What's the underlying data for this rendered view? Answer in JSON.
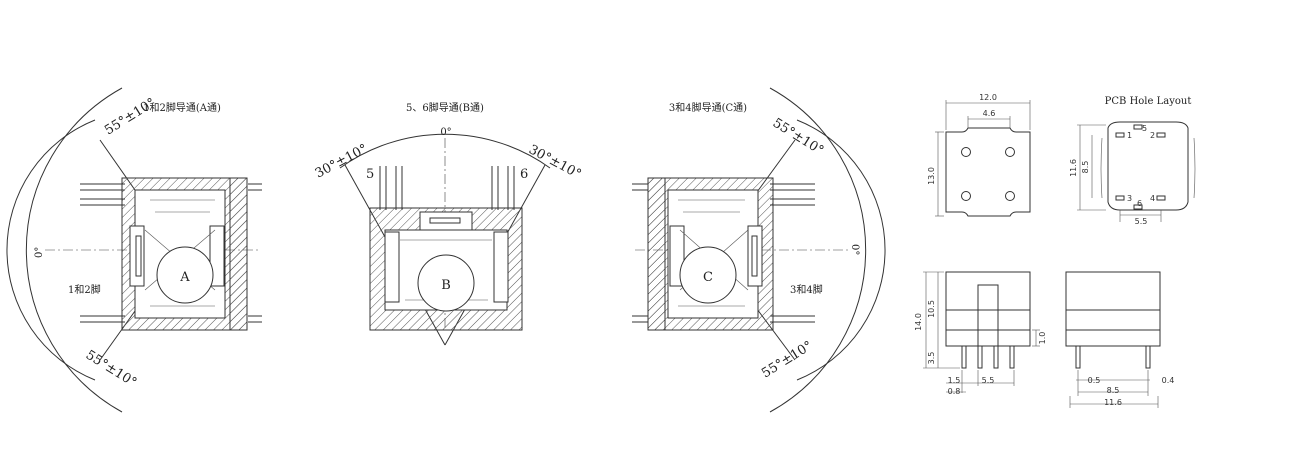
{
  "views": {
    "a": {
      "title": "1和2脚导通(A通)",
      "ball": "A",
      "pins": "1和2脚",
      "angle_top": "55°±10°",
      "angle_bottom": "55°±10°",
      "zero": "0°"
    },
    "b": {
      "title": "5、6脚导通(B通)",
      "ball": "B",
      "zero": "0°",
      "angle_left": "30°±10°",
      "angle_right": "30°±10°",
      "pin_left": "5",
      "pin_right": "6"
    },
    "c": {
      "title": "3和4脚导通(C通)",
      "ball": "C",
      "pins": "3和4脚",
      "angle_top": "55°±10°",
      "angle_bottom": "55°±10°",
      "zero": "0°"
    }
  },
  "top_view": {
    "width": "12.0",
    "inner": "4.6",
    "height": "13.0"
  },
  "pcb": {
    "title": "PCB Hole Layout",
    "pin_labels": [
      "5",
      "1",
      "2",
      "3",
      "4",
      "6"
    ],
    "h_outer": "11.6",
    "h_inner": "8.5",
    "pitch": "5.5"
  },
  "side_front": {
    "total": "14.0",
    "body": "10.5",
    "lead": "3.5",
    "lead_short": "1.0",
    "d1": "1.5",
    "d2": "5.5",
    "d3": "0.8"
  },
  "side_right": {
    "d1": "0.5",
    "d2": "0.4",
    "d3": "8.5",
    "d4": "11.6"
  }
}
